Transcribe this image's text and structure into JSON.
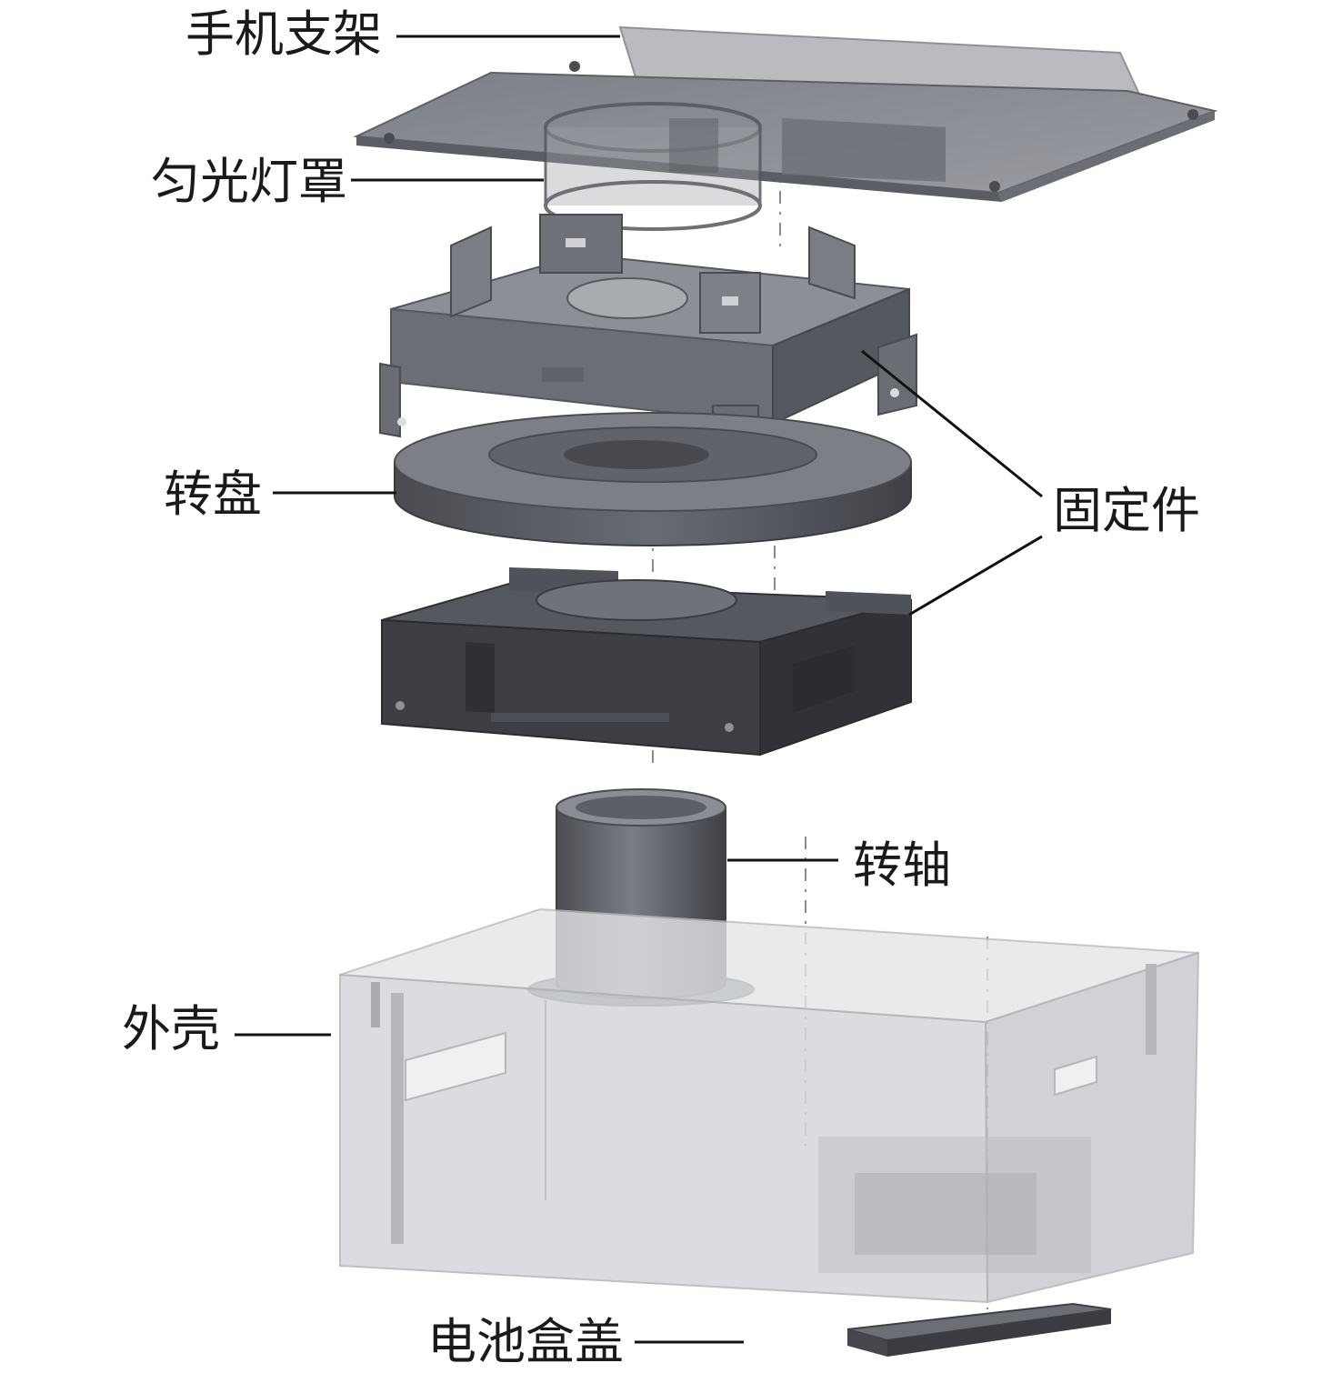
{
  "labels": {
    "phone_stand": "手机支架",
    "light_diffuser": "匀光灯罩",
    "turntable": "转盘",
    "fixture": "固定件",
    "shaft": "转轴",
    "housing": "外壳",
    "battery_cover": "电池盒盖"
  },
  "colors": {
    "part_dark": "#3c3e44",
    "part_mid": "#6a6d74",
    "part_light": "#8b8e95",
    "shell": "#d7d9dc",
    "leader": "#111111"
  }
}
